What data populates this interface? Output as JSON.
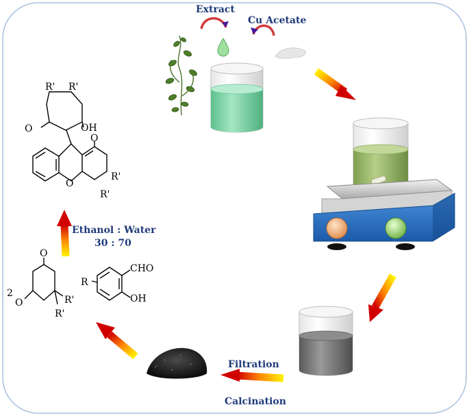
{
  "step_labels": {
    "extract": "Extract",
    "cu_acetate": "Cu Acetate",
    "solvent_line1": "Ethanol : Water",
    "solvent_line2": "30 : 70",
    "filtration": "Filtration",
    "calcination": "Calcination"
  },
  "chemistry": {
    "coefficient": "2",
    "dione_substituent_top": "R'",
    "dione_substituent_bottom": "R'",
    "aldehyde_r": "R",
    "aldehyde_cho": "CHO",
    "aldehyde_oh": "OH",
    "product_r_top1": "R'",
    "product_r_top2": "R'",
    "product_oh": "OH",
    "product_o_left": "O",
    "product_o_right": "O",
    "product_o_ring": "O",
    "product_r_right1": "R'",
    "product_r_right2": "R'",
    "dione_o_top": "O",
    "dione_o_bottom": "O"
  },
  "colors": {
    "frame": "#a8bfdc",
    "label_text": "#1f3a7a",
    "arrow_start": "#fff200",
    "arrow_end": "#d10000",
    "stirrer_body": "#2a6fc1",
    "liquid_green": "#7fd4a6",
    "liquid_olive": "#9dbb6e",
    "liquid_gray": "#7a7a7a"
  }
}
